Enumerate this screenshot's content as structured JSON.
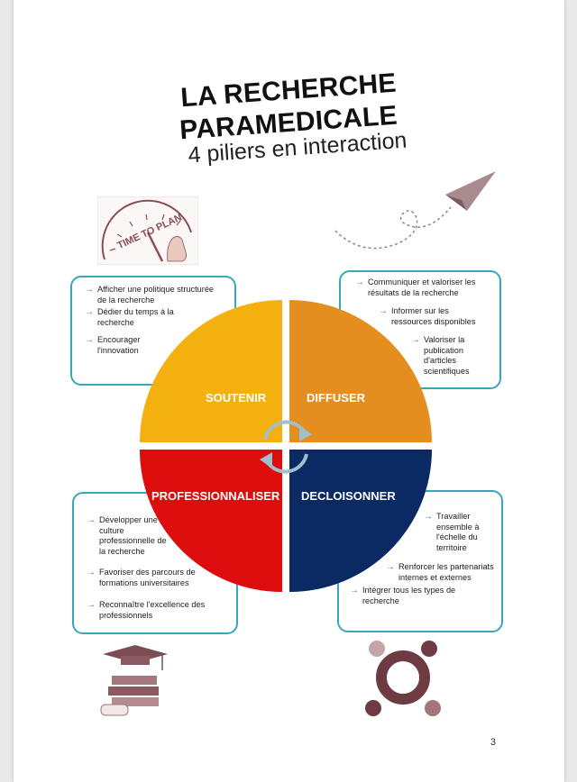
{
  "title": {
    "line1": "LA RECHERCHE",
    "line2": "PARAMEDICALE",
    "subtitle": "4 piliers en interaction"
  },
  "clock_icon": {
    "text": "TIME TO PLAN"
  },
  "pillars": {
    "soutenir": {
      "label": "SOUTENIR",
      "color": "#f4b00f"
    },
    "diffuser": {
      "label": "DIFFUSER",
      "color": "#e38e1e"
    },
    "professionnaliser": {
      "label": "PROFESSIONNALISER",
      "color": "#dd0d0d"
    },
    "decloisonner": {
      "label": "DECLOISONNER",
      "color": "#0b2a64"
    }
  },
  "boxes": {
    "top_left": [
      "Afficher une politique structurée de la recherche",
      "Dédier du temps à la recherche",
      "Encourager l'innovation"
    ],
    "top_right": [
      "Communiquer  et valoriser les résultats de la recherche",
      "Informer sur les ressources disponibles",
      "Valoriser la publication d'articles scientifiques"
    ],
    "bottom_left": [
      "Développer une culture professionnelle de la recherche",
      "Favoriser  des parcours de formations universitaires",
      "Reconnaître l'excellence des professionnels"
    ],
    "bottom_right": [
      "Travailler ensemble à l'échelle du territoire",
      "Renforcer les partenariats internes et externes",
      "Intégrer  tous  les types de recherche"
    ]
  },
  "page_number": "3",
  "accent_color": "#3aa6b9",
  "icon_color": "#8a4f55"
}
